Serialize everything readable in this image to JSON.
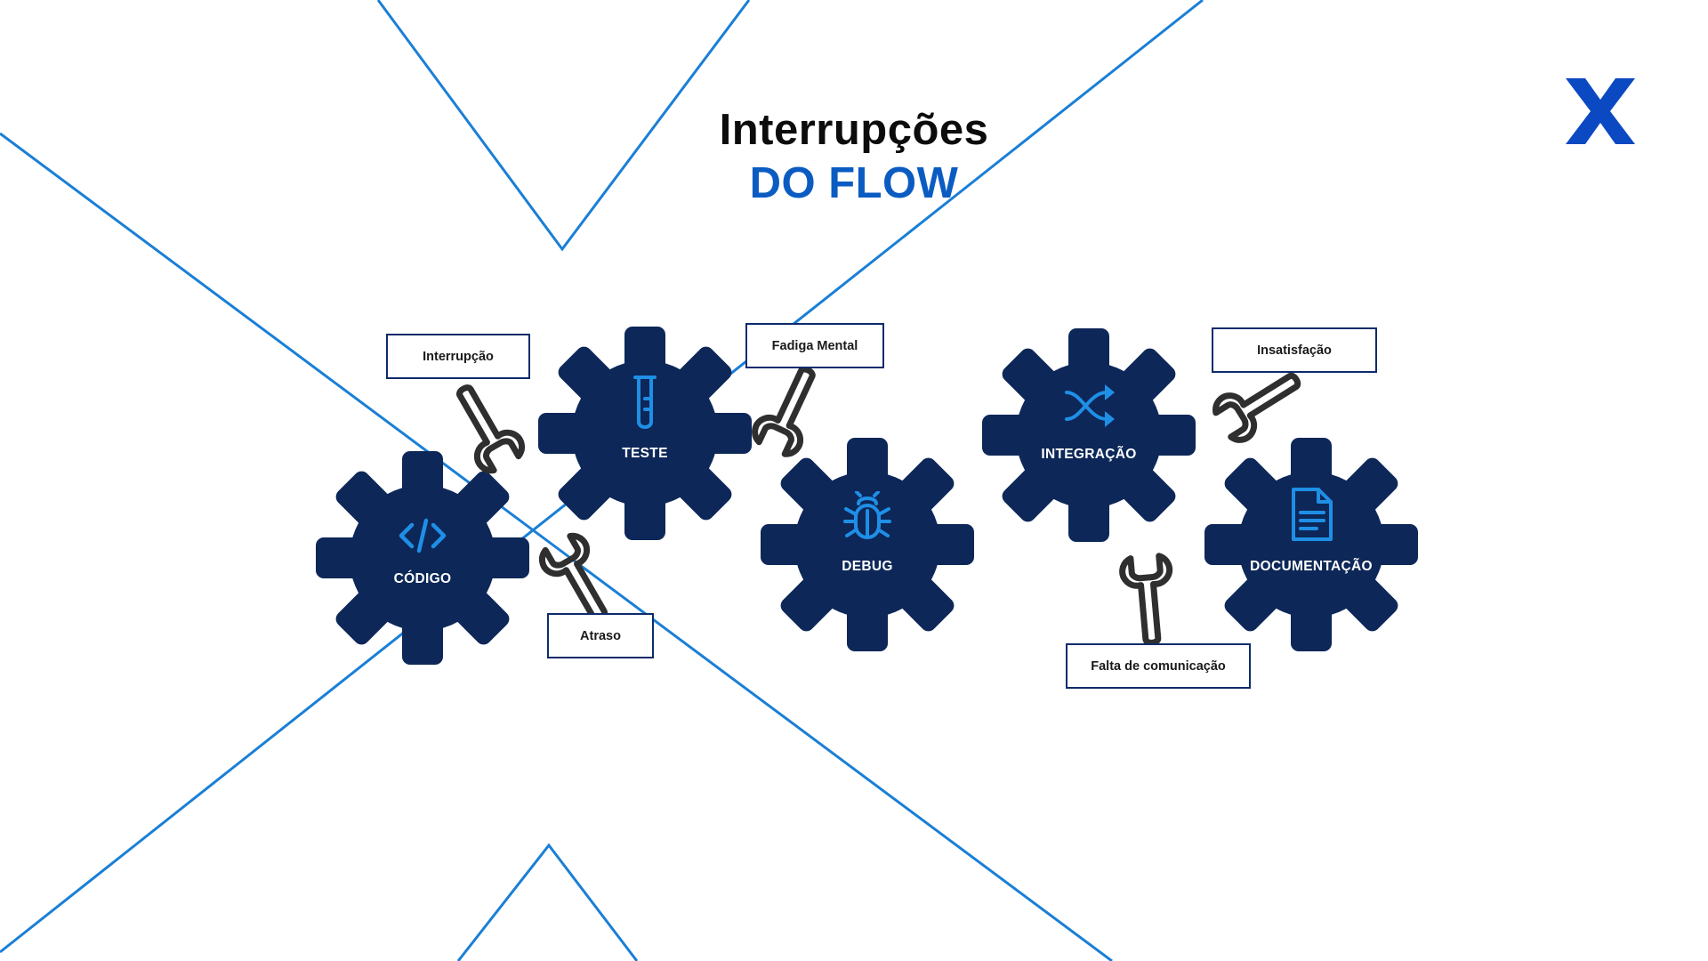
{
  "title": {
    "line1": "Interrupções",
    "line2": "DO FLOW"
  },
  "brand": {
    "mark": "X",
    "color": "#0b49c2"
  },
  "colors": {
    "gear": "#0d2758",
    "gear_icon": "#1f8fe6",
    "line": "#1a7fd6",
    "tag_border": "#0d2b6b",
    "wrench": "#2f2f2f"
  },
  "gears": [
    {
      "label": "CÓDIGO",
      "icon": "code-icon"
    },
    {
      "label": "TESTE",
      "icon": "test-tube-icon"
    },
    {
      "label": "DEBUG",
      "icon": "bug-icon"
    },
    {
      "label": "INTEGRAÇÃO",
      "icon": "shuffle-icon"
    },
    {
      "label": "DOCUMENTAÇÃO",
      "icon": "document-icon"
    }
  ],
  "tags": [
    {
      "label": "Interrupção"
    },
    {
      "label": "Atraso"
    },
    {
      "label": "Fadiga Mental"
    },
    {
      "label": "Insatisfação"
    },
    {
      "label": "Falta de comunicação"
    }
  ]
}
